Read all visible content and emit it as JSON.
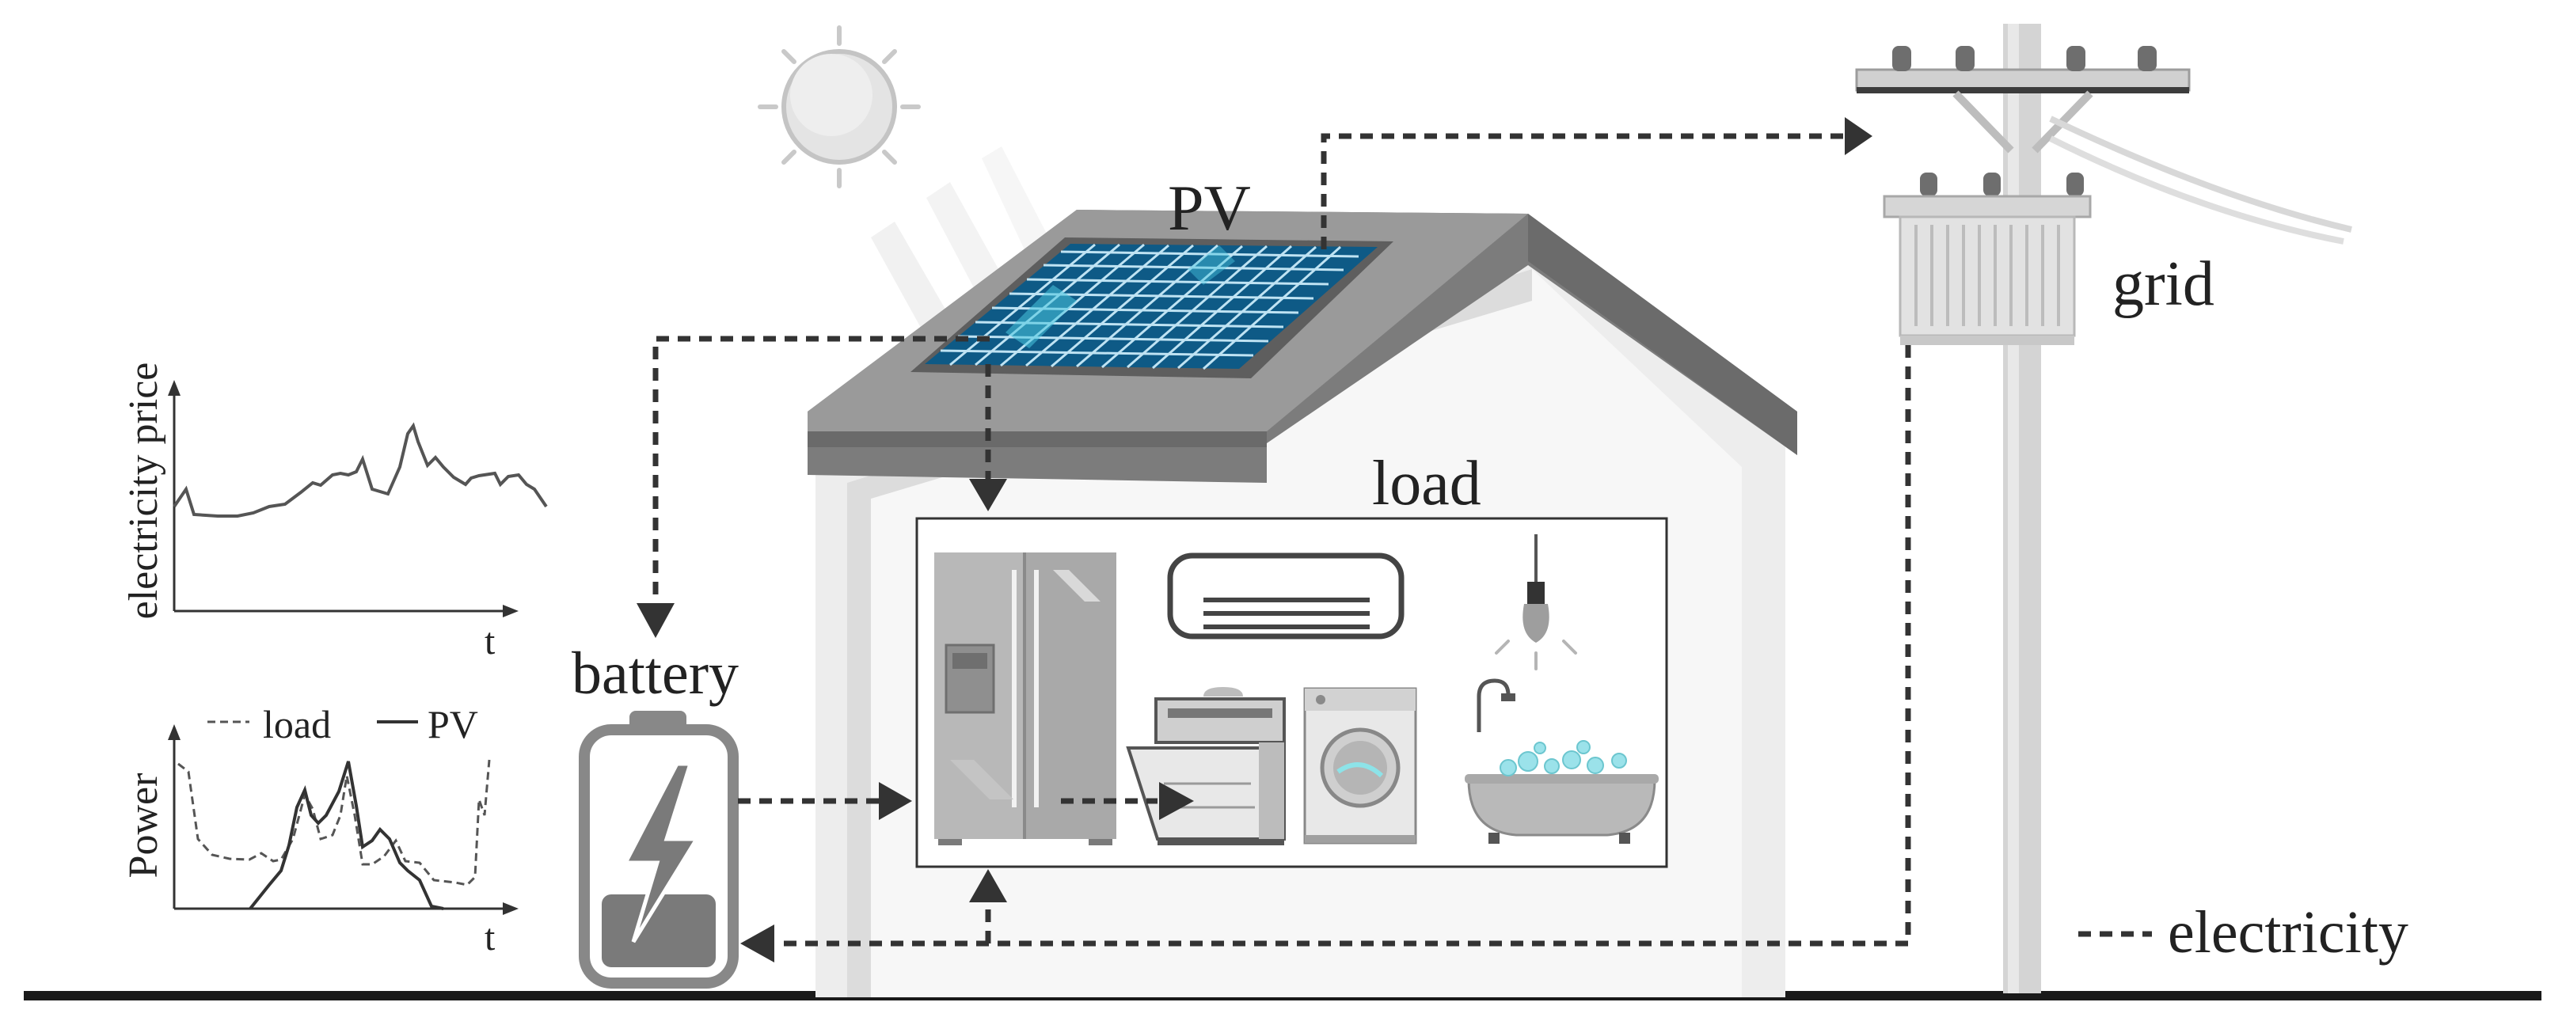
{
  "labels": {
    "pv": "PV",
    "grid": "grid",
    "load": "load",
    "battery": "battery",
    "legend_electricity": "electricity"
  },
  "price_chart": {
    "ylabel": "electricity price",
    "xlabel": "t"
  },
  "power_chart": {
    "ylabel": "Power",
    "xlabel": "t",
    "legend_load": "load",
    "legend_pv": "PV"
  },
  "colors": {
    "roof": "#8c8c8c",
    "panel": "#0e5a86",
    "flow": "#333333",
    "appliance": "#a9a9a9"
  },
  "icons": [
    "sun-icon",
    "solar-panel-icon",
    "utility-pole-icon",
    "battery-icon",
    "refrigerator-icon",
    "air-conditioner-icon",
    "light-bulb-icon",
    "dishwasher-icon",
    "washing-machine-icon",
    "bathtub-icon"
  ]
}
